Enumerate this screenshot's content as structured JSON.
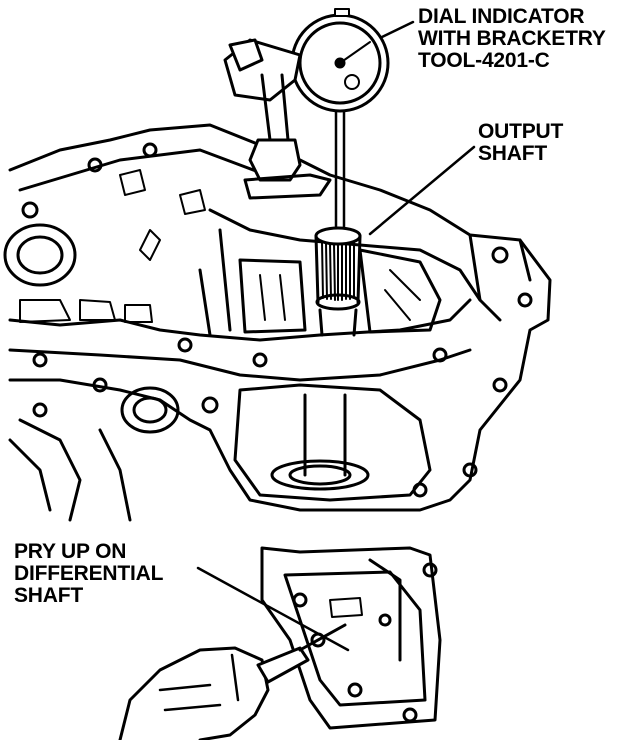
{
  "labels": {
    "dial_indicator": [
      "DIAL INDICATOR",
      "WITH BRACKETRY",
      "TOOL-4201-C"
    ],
    "output_shaft": [
      "OUTPUT",
      "SHAFT"
    ],
    "pry_up": [
      "PRY UP ON",
      "DIFFERENTIAL",
      "SHAFT"
    ]
  },
  "colors": {
    "ink": "#000000",
    "paper": "#ffffff"
  }
}
